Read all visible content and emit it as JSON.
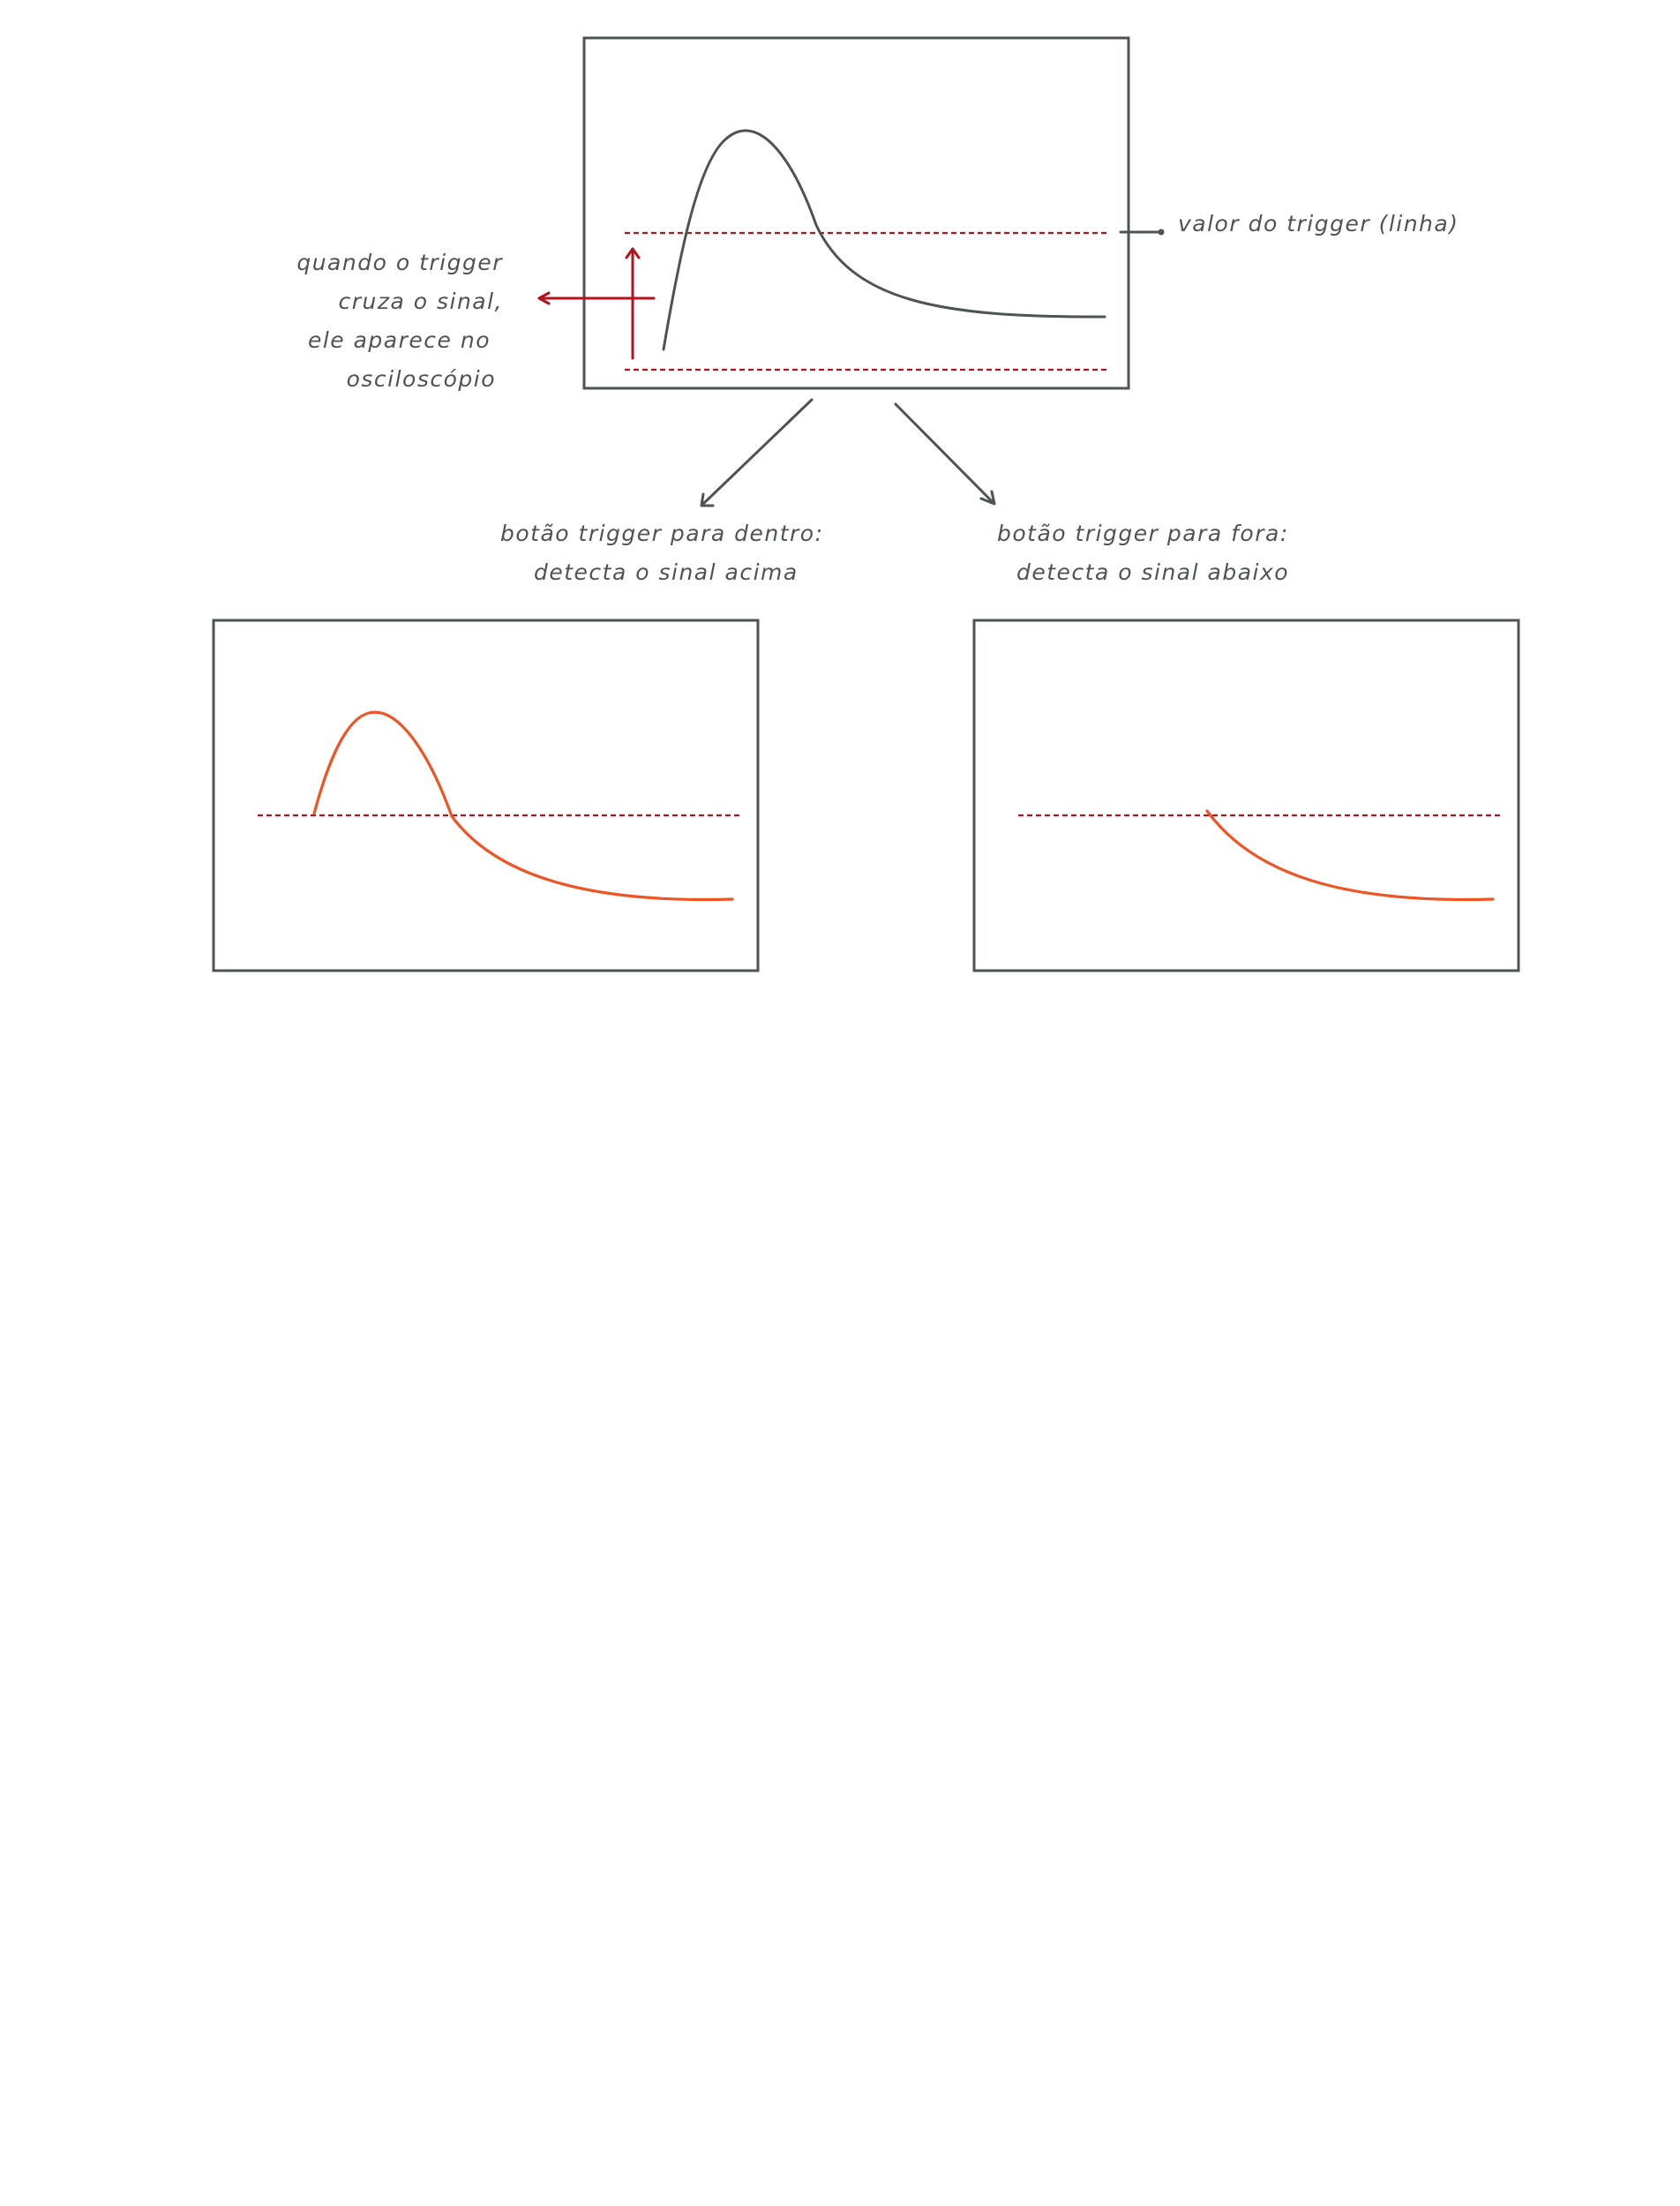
{
  "colors": {
    "ink": "#4d5453",
    "trigger": "#b3141c",
    "signal_out": "#ef5424",
    "background": "#ffffff"
  },
  "annotations": {
    "trigger_value": "valor do trigger (linha)",
    "crossing_line_1": "quando o trigger",
    "crossing_line_2": "cruza o sinal,",
    "crossing_line_3": "ele aparece no",
    "crossing_line_4": "osciloscópio"
  },
  "outcomes": {
    "inward": {
      "line_1": "botão trigger para dentro:",
      "line_2": "detecta o sinal acima"
    },
    "outward": {
      "line_1": "botão trigger para fora:",
      "line_2": "detecta o sinal abaixo"
    }
  }
}
